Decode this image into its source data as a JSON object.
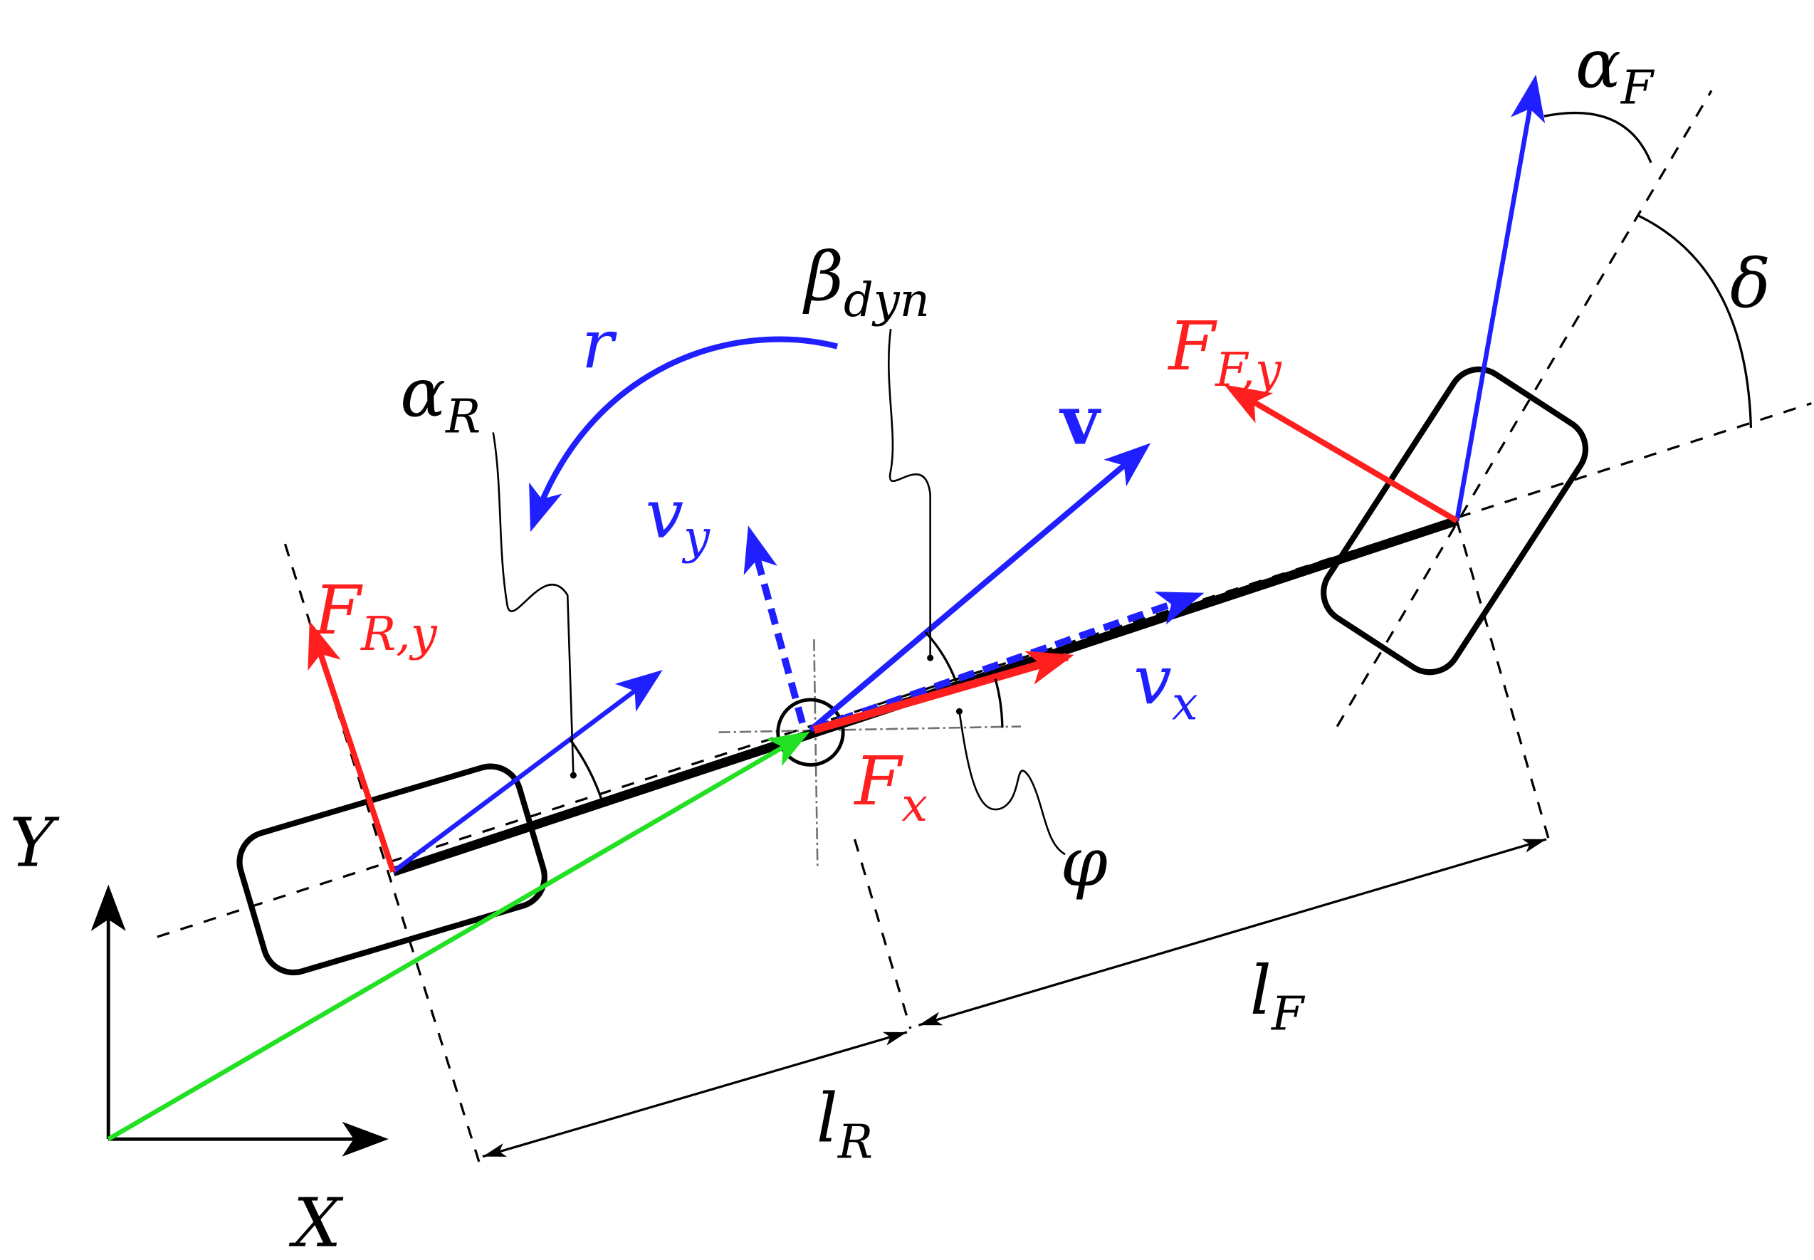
{
  "labels": {
    "alpha_F": {
      "main": "α",
      "sub": "F"
    },
    "delta": {
      "main": "δ"
    },
    "beta_dyn": {
      "main": "β",
      "sub": "dyn"
    },
    "F_Fy": {
      "main": "F",
      "sub": "F,y"
    },
    "r": {
      "main": "r"
    },
    "alpha_R": {
      "main": "α",
      "sub": "R"
    },
    "v": {
      "main": "v"
    },
    "v_y": {
      "main": "v",
      "sub": "y"
    },
    "F_Ry": {
      "main": "F",
      "sub": "R,y"
    },
    "v_x": {
      "main": "v",
      "sub": "x"
    },
    "F_x": {
      "main": "F",
      "sub": "x"
    },
    "phi": {
      "main": "φ"
    },
    "Y": {
      "main": "Y"
    },
    "X": {
      "main": "X"
    },
    "l_F": {
      "main": "l",
      "sub": "F"
    },
    "l_R": {
      "main": "l",
      "sub": "R"
    }
  },
  "colors": {
    "velocity": "#1f1fff",
    "force": "#ff1f1f",
    "position": "#22e022",
    "frame": "#000000",
    "guide": "#707070"
  }
}
